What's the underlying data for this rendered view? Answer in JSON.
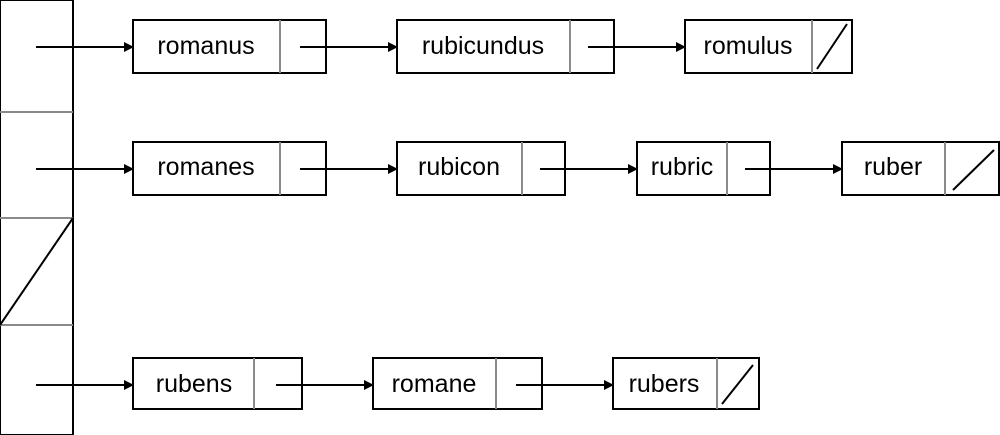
{
  "hash_table": {
    "slot_count": 4,
    "null_slots": [
      2
    ]
  },
  "chains": [
    {
      "slot": 0,
      "nodes": [
        {
          "label": "romanus"
        },
        {
          "label": "rubicundus"
        },
        {
          "label": "romulus"
        }
      ]
    },
    {
      "slot": 1,
      "nodes": [
        {
          "label": "romanes"
        },
        {
          "label": "rubicon"
        },
        {
          "label": "rubric"
        },
        {
          "label": "ruber"
        }
      ]
    },
    {
      "slot": 3,
      "nodes": [
        {
          "label": "rubens"
        },
        {
          "label": "romane"
        },
        {
          "label": "rubers"
        }
      ]
    }
  ]
}
